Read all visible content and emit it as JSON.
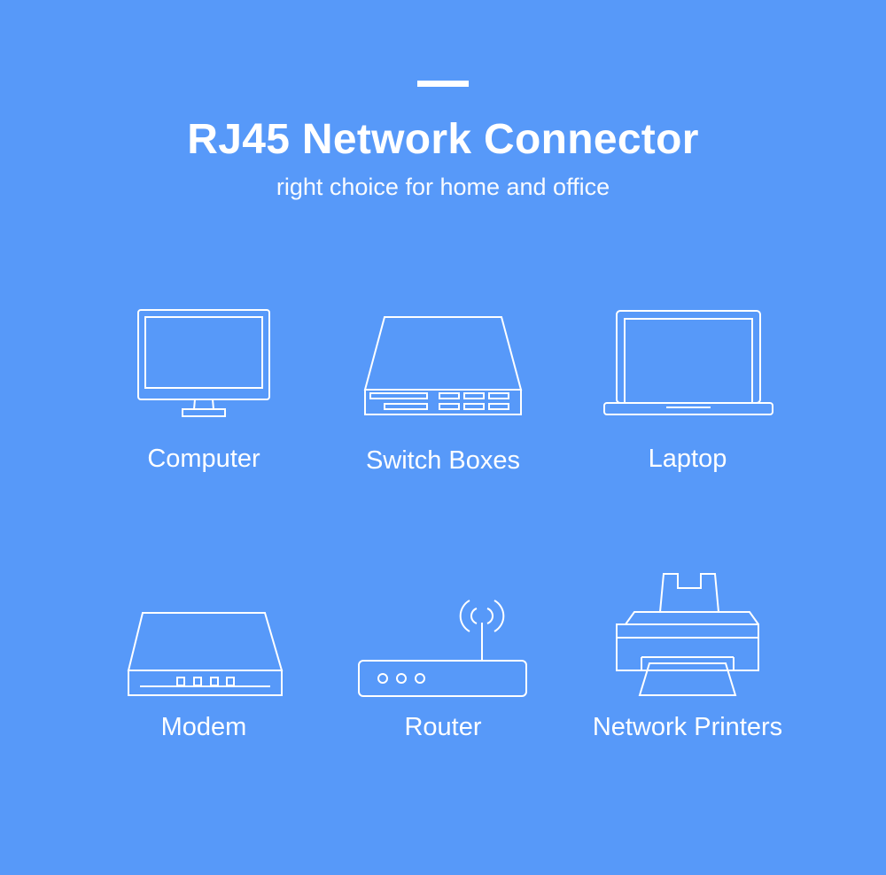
{
  "page": {
    "background": "#5799f9",
    "foreground": "#ffffff"
  },
  "header": {
    "title": "RJ45 Network Connector",
    "subtitle": "right choice for home and office"
  },
  "devices": [
    {
      "label": "Computer",
      "icon": "monitor-icon"
    },
    {
      "label": "Switch Boxes",
      "icon": "network-switch-icon"
    },
    {
      "label": "Laptop",
      "icon": "laptop-icon"
    },
    {
      "label": "Modem",
      "icon": "modem-icon"
    },
    {
      "label": "Router",
      "icon": "router-icon"
    },
    {
      "label": "Network Printers",
      "icon": "printer-icon"
    }
  ]
}
